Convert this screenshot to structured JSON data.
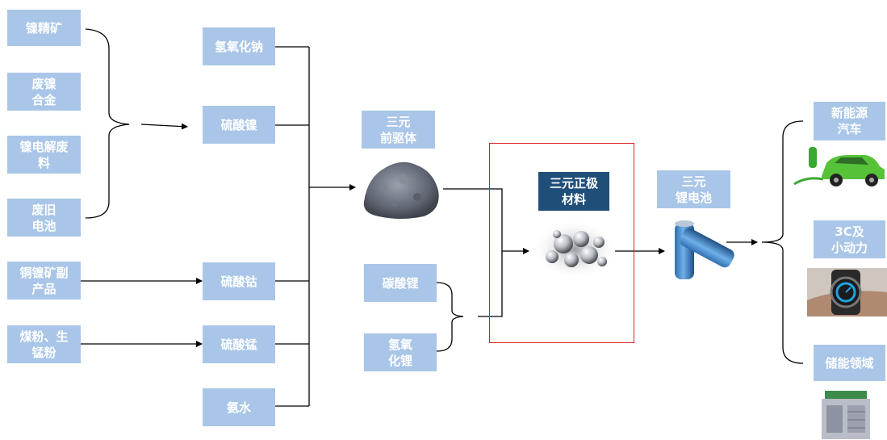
{
  "raw_materials": [
    "镍精矿",
    "废镍\n合金",
    "镍电解废\n料",
    "废旧\n电池",
    "铜镍矿副\n产品",
    "煤粉、生\n锰粉"
  ],
  "intermediates": [
    "氢氧化钠",
    "硫酸镍",
    "硫酸钴",
    "硫酸锰",
    "氨水"
  ],
  "precursor": "三元\n前驱体",
  "lithium_sources": [
    "碳酸锂",
    "氢氧\n化锂"
  ],
  "cathode": "三元正极\n材料",
  "battery": "三元\n锂电池",
  "applications": [
    "新能源\n汽车",
    "3C及\n小动力",
    "储能领域"
  ],
  "colors": {
    "box": "#a9c6e8",
    "box_dark": "#1f4e79",
    "highlight_frame": "#e02020",
    "line": "#000000"
  }
}
